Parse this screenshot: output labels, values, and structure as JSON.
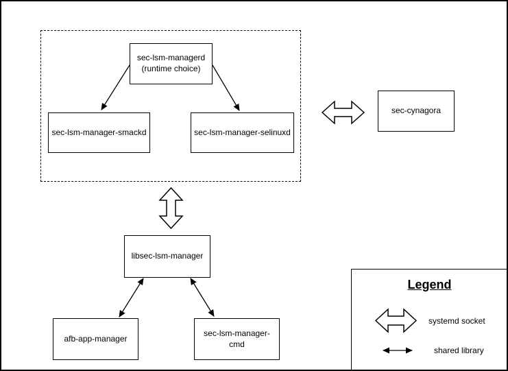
{
  "diagram": {
    "nodes": {
      "managerd": {
        "line1": "sec-lsm-managerd",
        "line2": "(runtime choice)"
      },
      "smackd": {
        "label": "sec-lsm-manager-smackd"
      },
      "selinuxd": {
        "label": "sec-lsm-manager-selinuxd"
      },
      "cynagora": {
        "label": "sec-cynagora"
      },
      "libsec": {
        "label": "libsec-lsm-manager"
      },
      "afb": {
        "label": "afb-app-manager"
      },
      "cmd": {
        "label": "sec-lsm-manager-cmd"
      }
    },
    "legend": {
      "title": "Legend",
      "items": [
        {
          "icon": "systemd-socket-arrow",
          "label": "systemd socket"
        },
        {
          "icon": "shared-library-arrow",
          "label": "shared library"
        }
      ]
    },
    "colors": {
      "stroke": "#000000",
      "background": "#ffffff"
    }
  }
}
